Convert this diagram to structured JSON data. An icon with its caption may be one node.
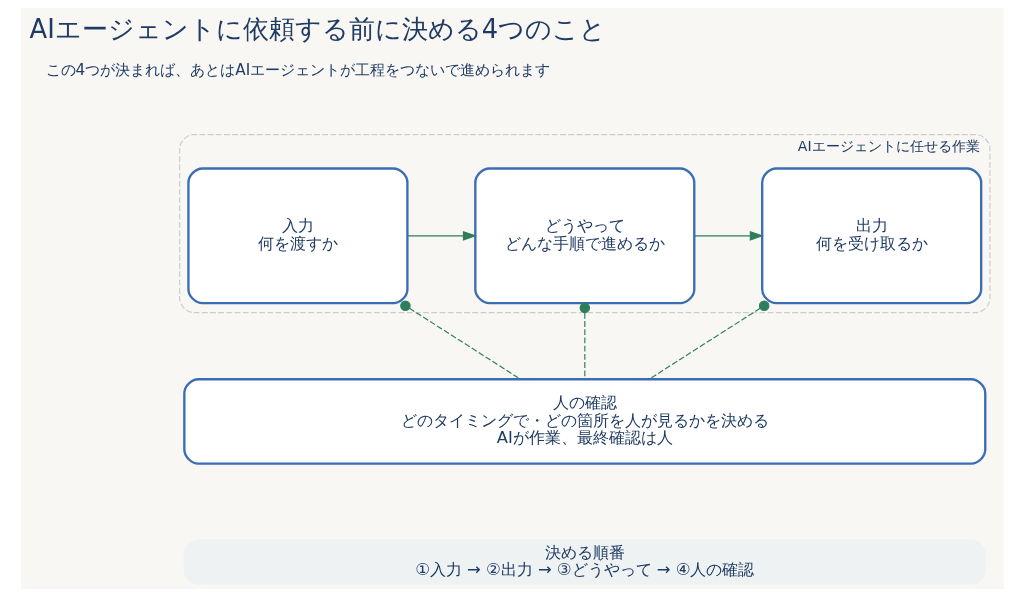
{
  "diagram": {
    "title": "AIエージェントに依頼する前に決める4つのこと",
    "nodes": [
      {
        "text": [
          "AIエージェントに任せる作業"
        ]
      },
      {
        "text": [
          "入力",
          "何を渡すか"
        ],
        "in": 0
      },
      {
        "text": [
          "どうやって",
          "どんな手順で進めるか"
        ],
        "in": 0
      },
      {
        "text": [
          "出力",
          "何を受け取るか"
        ],
        "in": 0
      },
      {
        "text": [
          "人の確認",
          "どのタイミングで・どの箇所を人が見るかを決める",
          "AIが作業、最終確認は人"
        ]
      },
      {
        "text": [
          "決める順番",
          "①入力 → ②出力 → ③どうやって → ④人の確認"
        ]
      }
    ],
    "edges": [
      {
        "from": 1,
        "to": 2,
        "arrow": "to",
        "color": "#2e7d5b"
      },
      {
        "from": 2,
        "to": 3,
        "arrow": "to",
        "color": "#2e7d5b"
      },
      {
        "from": 4,
        "to": 1,
        "arrow": "other",
        "style": "dashed",
        "color": "#2e7d5b"
      },
      {
        "from": 4,
        "to": 2,
        "arrow": "other",
        "style": "dashed",
        "color": "#2e7d5b"
      },
      {
        "from": 4,
        "to": 3,
        "arrow": "other",
        "style": "dashed",
        "color": "#2e7d5b"
      }
    ],
    "labels": [
      "この4つが決まれば、あとはAIエージェントが工程をつないで進められます"
    ]
  }
}
